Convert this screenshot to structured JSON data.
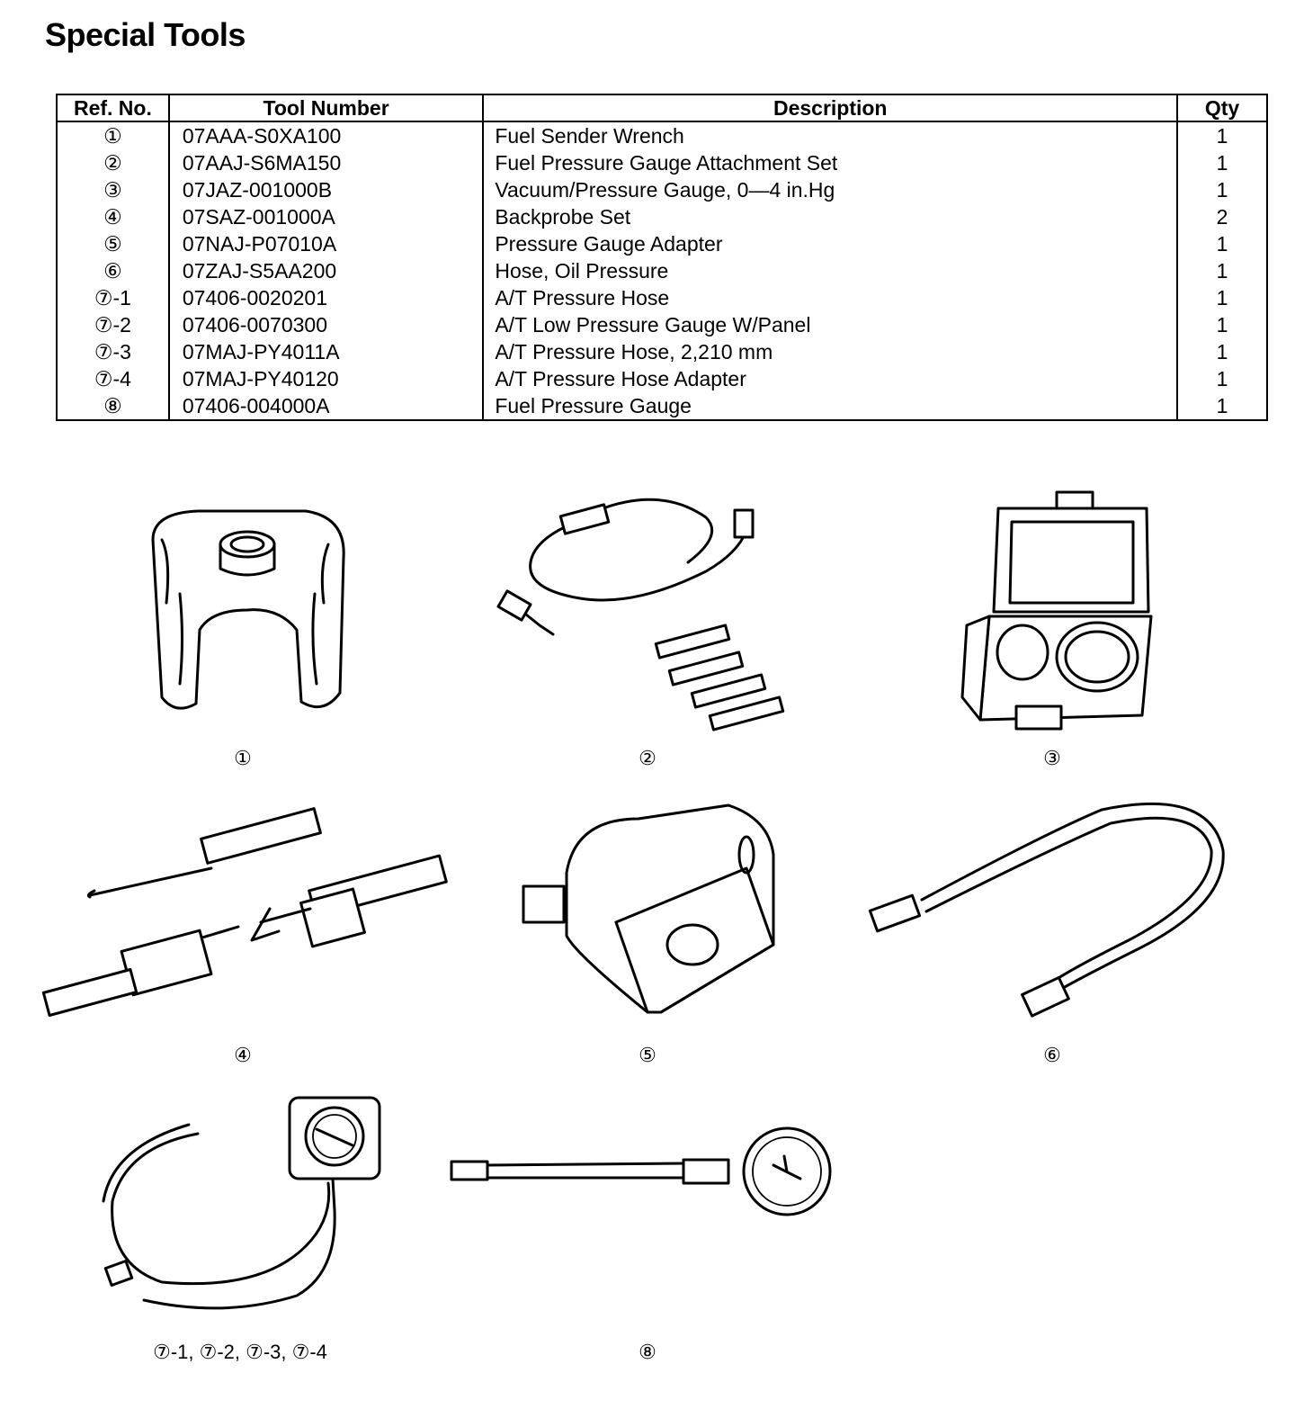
{
  "page_title": "Special Tools",
  "table": {
    "headers": {
      "ref": "Ref. No.",
      "tool_number": "Tool Number",
      "description": "Description",
      "qty": "Qty"
    },
    "rows": [
      {
        "ref": "①",
        "tool_number": "07AAA-S0XA100",
        "description": "Fuel Sender Wrench",
        "qty": "1"
      },
      {
        "ref": "②",
        "tool_number": "07AAJ-S6MA150",
        "description": "Fuel Pressure Gauge Attachment Set",
        "qty": "1"
      },
      {
        "ref": "③",
        "tool_number": "07JAZ-001000B",
        "description": "Vacuum/Pressure Gauge, 0—4 in.Hg",
        "qty": "1"
      },
      {
        "ref": "④",
        "tool_number": "07SAZ-001000A",
        "description": "Backprobe Set",
        "qty": "2"
      },
      {
        "ref": "⑤",
        "tool_number": "07NAJ-P07010A",
        "description": "Pressure Gauge Adapter",
        "qty": "1"
      },
      {
        "ref": "⑥",
        "tool_number": "07ZAJ-S5AA200",
        "description": "Hose, Oil Pressure",
        "qty": "1"
      },
      {
        "ref": "⑦-1",
        "tool_number": "07406-0020201",
        "description": "A/T Pressure Hose",
        "qty": "1"
      },
      {
        "ref": "⑦-2",
        "tool_number": "07406-0070300",
        "description": "A/T Low Pressure Gauge W/Panel",
        "qty": "1"
      },
      {
        "ref": "⑦-3",
        "tool_number": "07MAJ-PY4011A",
        "description": "A/T Pressure Hose, 2,210 mm",
        "qty": "1"
      },
      {
        "ref": "⑦-4",
        "tool_number": "07MAJ-PY40120",
        "description": "A/T Pressure Hose Adapter",
        "qty": "1"
      },
      {
        "ref": "⑧",
        "tool_number": "07406-004000A",
        "description": "Fuel Pressure Gauge",
        "qty": "1"
      }
    ]
  },
  "figures": {
    "fig1": {
      "caption": "①",
      "icon": "fuel-sender-wrench-illustration"
    },
    "fig2": {
      "caption": "②",
      "icon": "fuel-pressure-attachment-set-illustration"
    },
    "fig3": {
      "caption": "③",
      "icon": "vacuum-gauge-case-illustration"
    },
    "fig4": {
      "caption": "④",
      "icon": "backprobe-set-illustration"
    },
    "fig5": {
      "caption": "⑤",
      "icon": "pressure-gauge-adapter-illustration"
    },
    "fig6": {
      "caption": "⑥",
      "icon": "oil-pressure-hose-illustration"
    },
    "fig7": {
      "caption": "⑦-1, ⑦-2, ⑦-3, ⑦-4",
      "icon": "at-pressure-gauge-hose-illustration"
    },
    "fig8": {
      "caption": "⑧",
      "icon": "fuel-pressure-gauge-illustration"
    }
  }
}
